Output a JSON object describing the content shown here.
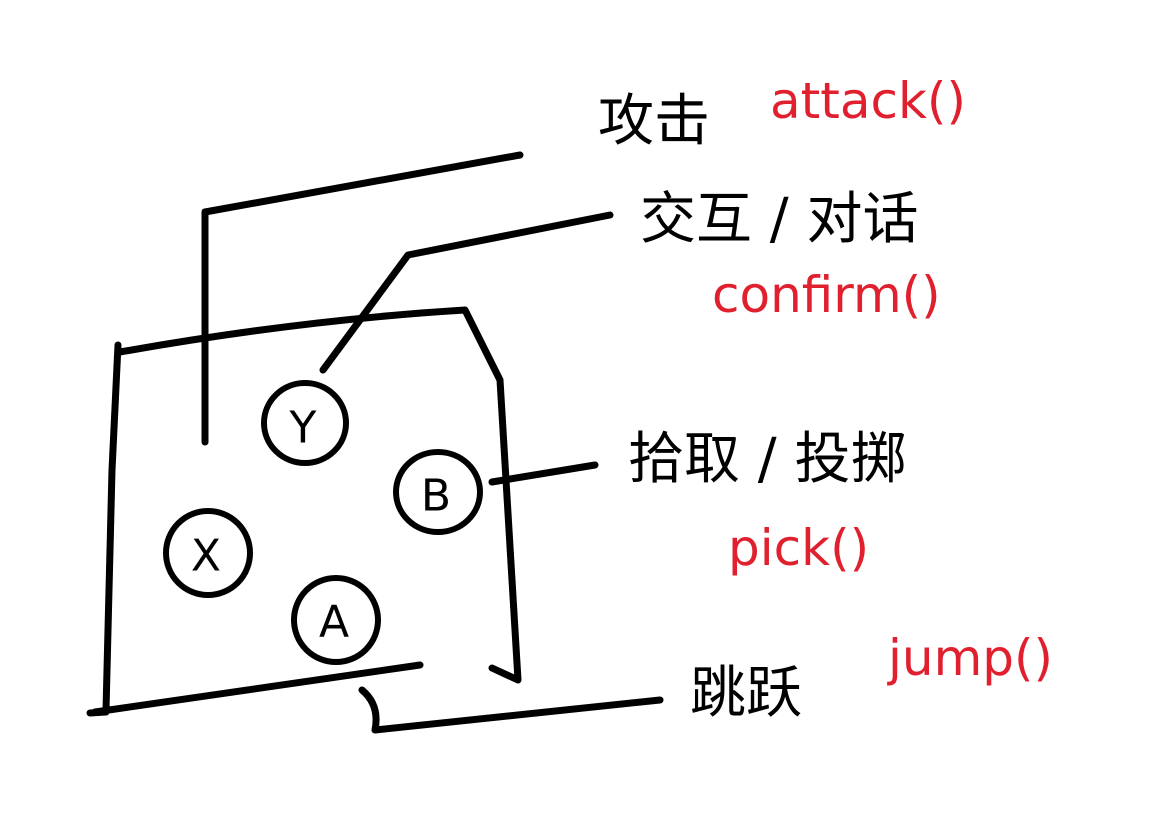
{
  "buttons": {
    "y": "Y",
    "b": "B",
    "x": "X",
    "a": "A"
  },
  "labels": {
    "attack": {
      "text": "攻击",
      "func": "attack()"
    },
    "interact": {
      "text": "交互 / 对话",
      "func": "confirm()"
    },
    "pick": {
      "text": "拾取 / 投掷",
      "func": "pick()"
    },
    "jump": {
      "text": "跳跃",
      "func": "jump()"
    }
  },
  "colors": {
    "ink": "#000000",
    "function_text": "#e0202e",
    "background": "#ffffff"
  }
}
